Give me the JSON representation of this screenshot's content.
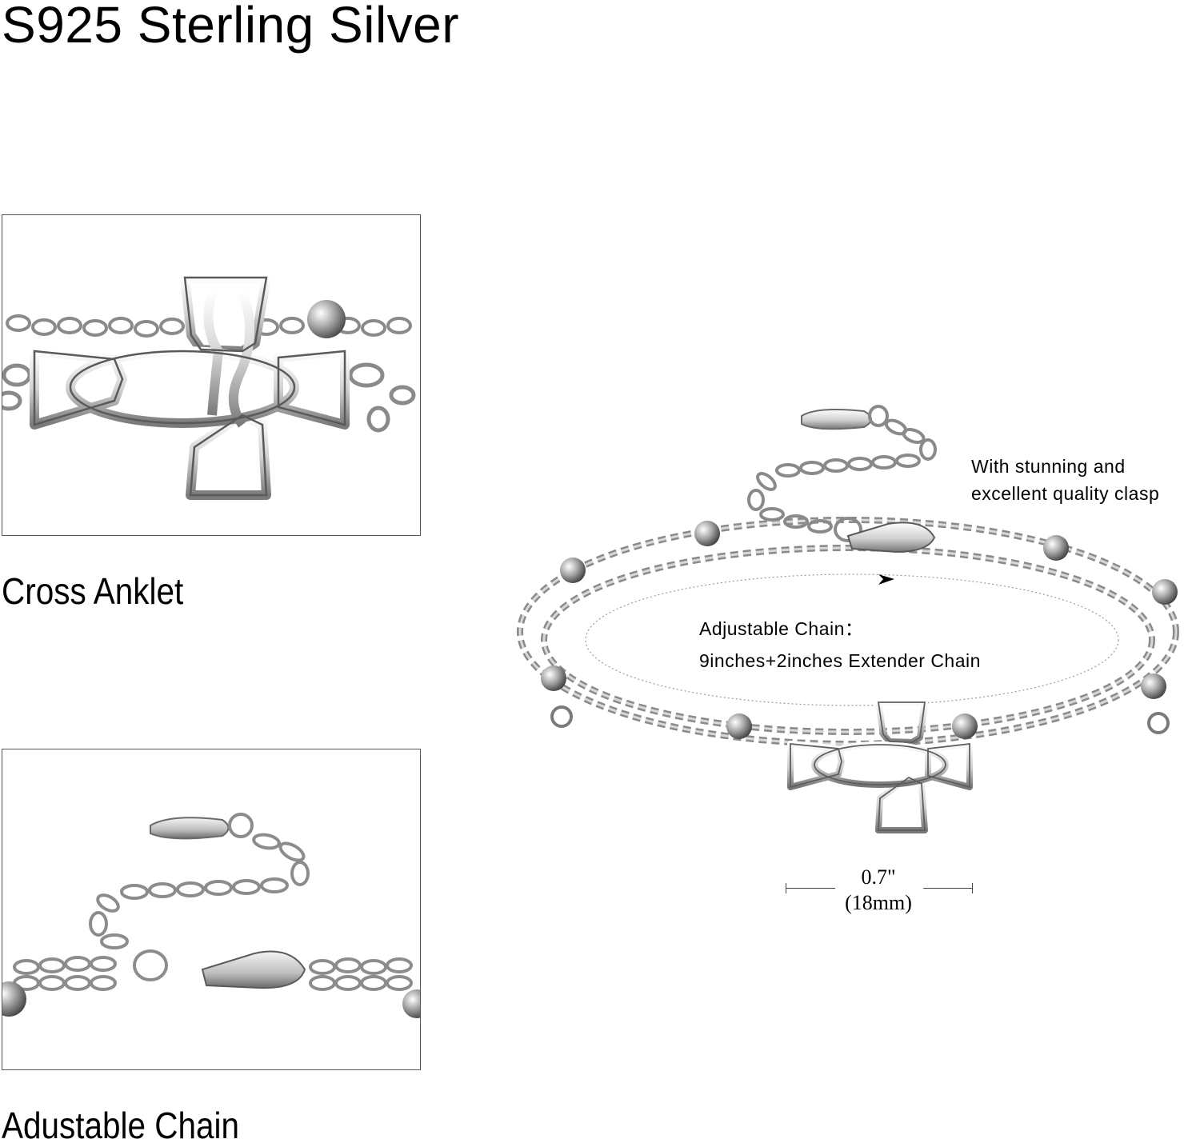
{
  "title": "S925 Sterling Silver",
  "panels": {
    "top_caption": "Cross Anklet",
    "bottom_caption": "Adustable Chain"
  },
  "main_product": {
    "clasp_note": {
      "line1": "With stunning and",
      "line2": "excellent quality clasp"
    },
    "chain_note": {
      "line1": "Adjustable Chain：",
      "line2": "9inches+2inches Extender Chain"
    },
    "size": {
      "inches": "0.7\"",
      "mm": "(18mm)"
    }
  },
  "colors": {
    "silver_light": "#f2f2f2",
    "silver_mid": "#c8c8c8",
    "silver_dark": "#6e6e6e",
    "frame_border": "#555555"
  },
  "icons": [
    "celtic-cross-icon",
    "silver-bead-icon",
    "lobster-clasp-icon",
    "extender-tag-icon"
  ]
}
